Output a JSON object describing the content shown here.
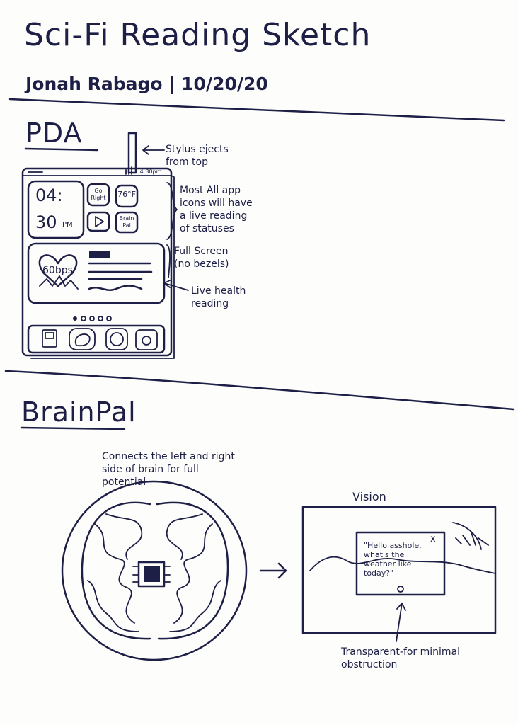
{
  "header": {
    "title": "Sci-Fi Reading Sketch",
    "byline": "Jonah Rabago | 10/20/20"
  },
  "pda": {
    "heading": "PDA",
    "status_time": "4:30pm",
    "clock_hour": "04:",
    "clock_minute": "30",
    "clock_suffix": "PM",
    "tiles": {
      "go_right": "Go Right",
      "weather": "76°F",
      "brain_pal": "Brain Pal"
    },
    "health_bpm": "60bps",
    "annotations": {
      "stylus": "Stylus ejects from top",
      "icons": "Most All app icons will have a live reading of statuses",
      "fullscreen": "Full Screen (no bezels)",
      "health": "Live health reading"
    }
  },
  "brainpal": {
    "heading": "BrainPal",
    "connects_note": "Connects the left and right side of brain for full potential",
    "vision_label": "Vision",
    "popup_text": "\"Hello asshole, what's the weather like today?\"",
    "popup_close": "x",
    "transparent_note": "Transparent-for minimal obstruction"
  }
}
